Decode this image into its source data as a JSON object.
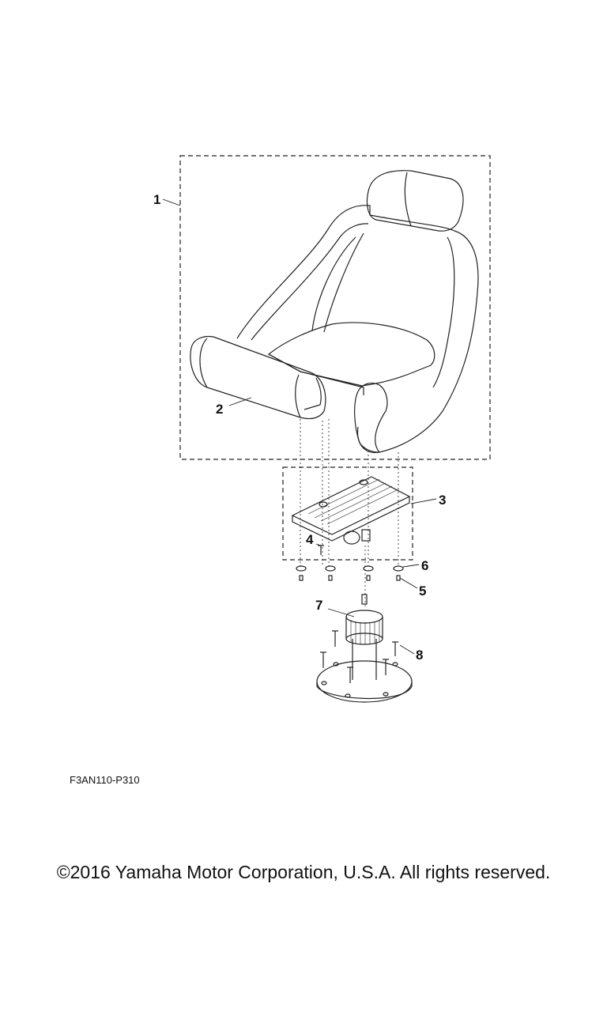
{
  "callouts": {
    "c1": "1",
    "c2": "2",
    "c3": "3",
    "c4": "4",
    "c5": "5",
    "c6": "6",
    "c7": "7",
    "c8": "8"
  },
  "diagram_code": "F3AN110-P310",
  "copyright": "©2016 Yamaha Motor Corporation, U.S.A. All rights reserved."
}
